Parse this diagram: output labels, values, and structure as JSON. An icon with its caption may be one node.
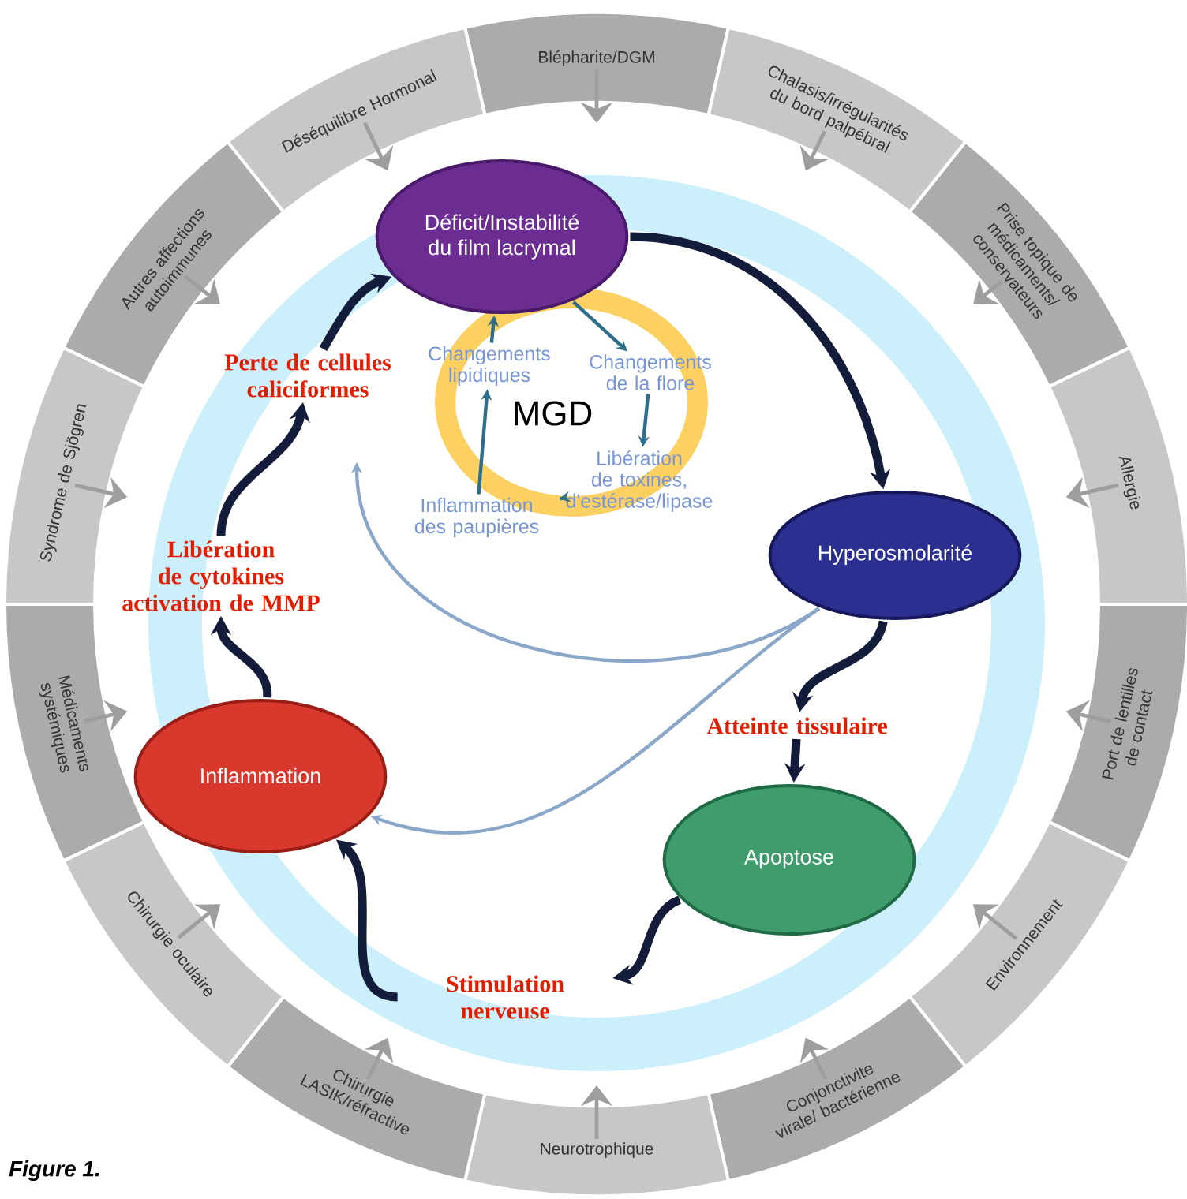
{
  "diagram": {
    "caption": "Figure 1.",
    "nodes": [
      {
        "text": [
          "Déficit/Instabilité du film lacrymal"
        ]
      },
      {
        "text": [
          "Hyperosmolarité"
        ]
      },
      {
        "text": [
          "Atteinte tissulaire"
        ]
      },
      {
        "text": [
          "Apoptose"
        ]
      },
      {
        "text": [
          "Stimulation nerveuse"
        ]
      },
      {
        "text": [
          "Inflammation"
        ]
      },
      {
        "text": [
          "Libération de cytokines activation de MMP"
        ]
      },
      {
        "text": [
          "Perte de cellules caliciformes"
        ]
      },
      {
        "text": [
          "Changements de la flore"
        ]
      },
      {
        "text": [
          "Libération de toxines, d'estérase/lipase"
        ]
      },
      {
        "text": [
          "Inflammation des paupières"
        ]
      },
      {
        "text": [
          "Changements lipidiques"
        ]
      },
      {
        "text": [
          "Blépharite/DGM"
        ]
      },
      {
        "text": [
          "Chalasis/irrégularités du bord palpébral"
        ]
      },
      {
        "text": [
          "Prise topique de médicaments/ conservateurs"
        ]
      },
      {
        "text": [
          "Allergie"
        ]
      },
      {
        "text": [
          "Port de lentilles de contact"
        ]
      },
      {
        "text": [
          "Environnement"
        ]
      },
      {
        "text": [
          "Conjonctivite virale/ bactérienne"
        ]
      },
      {
        "text": [
          "Neurotrophique"
        ]
      },
      {
        "text": [
          "Chirurgie LASIK/réfractive"
        ]
      },
      {
        "text": [
          "Chirurgie oculaire"
        ]
      },
      {
        "text": [
          "Médicaments systémiques"
        ]
      },
      {
        "text": [
          "Syndrome de Sjögren"
        ]
      },
      {
        "text": [
          "Autres affections autoimmunes"
        ]
      },
      {
        "text": [
          "Déséquilibre Hormonal"
        ]
      }
    ],
    "edges": [
      {
        "from": 0,
        "to": 1,
        "arrow": "to",
        "style": "thick",
        "color": "#141c3c"
      },
      {
        "from": 1,
        "to": 2,
        "arrow": "to",
        "style": "thick",
        "color": "#141c3c"
      },
      {
        "from": 2,
        "to": 3,
        "arrow": "to",
        "style": "thick",
        "color": "#141c3c"
      },
      {
        "from": 3,
        "to": 4,
        "arrow": "to",
        "style": "thick",
        "color": "#141c3c"
      },
      {
        "from": 4,
        "to": 5,
        "arrow": "to",
        "style": "thick",
        "color": "#141c3c"
      },
      {
        "from": 5,
        "to": 6,
        "arrow": "to",
        "style": "thick",
        "color": "#141c3c"
      },
      {
        "from": 6,
        "to": 7,
        "arrow": "to",
        "style": "thick",
        "color": "#141c3c"
      },
      {
        "from": 7,
        "to": 0,
        "arrow": "to",
        "style": "thick",
        "color": "#141c3c"
      },
      {
        "from": 0,
        "to": 8,
        "arrow": "to",
        "color": "#2e6e8a"
      },
      {
        "from": 8,
        "to": 9,
        "arrow": "to",
        "color": "#2e6e8a"
      },
      {
        "from": 9,
        "to": 10,
        "arrow": "to",
        "color": "#2e6e8a"
      },
      {
        "from": 10,
        "to": 11,
        "arrow": "to",
        "color": "#2e6e8a"
      },
      {
        "from": 11,
        "to": 0,
        "arrow": "to",
        "color": "#2e6e8a"
      },
      {
        "from": 1,
        "to": 5,
        "arrow": "to",
        "color": "#8aa7c9"
      },
      {
        "from": 1,
        "to": null,
        "arrow": "to",
        "color": "#8aa7c9"
      },
      {
        "from": 12,
        "to": null,
        "arrow": "to"
      },
      {
        "from": 13,
        "to": null,
        "arrow": "to"
      },
      {
        "from": 14,
        "to": null,
        "arrow": "to"
      },
      {
        "from": 15,
        "to": null,
        "arrow": "to"
      },
      {
        "from": 16,
        "to": null,
        "arrow": "to"
      },
      {
        "from": 17,
        "to": null,
        "arrow": "to"
      },
      {
        "from": 18,
        "to": null,
        "arrow": "to"
      },
      {
        "from": 19,
        "to": null,
        "arrow": "to"
      },
      {
        "from": 20,
        "to": null,
        "arrow": "to"
      },
      {
        "from": 21,
        "to": null,
        "arrow": "to"
      },
      {
        "from": 22,
        "to": null,
        "arrow": "to"
      },
      {
        "from": 23,
        "to": null,
        "arrow": "to"
      },
      {
        "from": 24,
        "to": null,
        "arrow": "to"
      },
      {
        "from": 25,
        "to": null,
        "arrow": "to"
      }
    ],
    "labels": [
      "MGD"
    ]
  }
}
